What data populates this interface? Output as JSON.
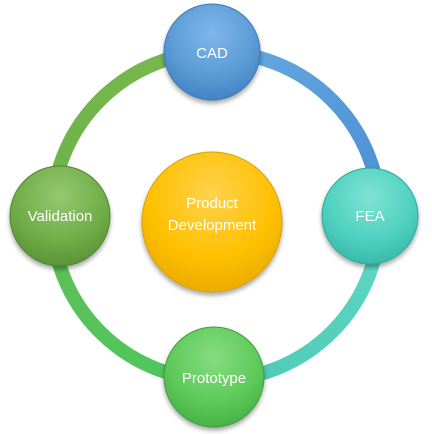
{
  "diagram": {
    "center": {
      "line1": "Product",
      "line2": "Development"
    },
    "nodes": {
      "top": "CAD",
      "right": "FEA",
      "bottom": "Prototype",
      "left": "Validation"
    }
  },
  "colors": {
    "cad": "#5b9bd5",
    "fea": "#4fd0c0",
    "prototype": "#5ec95a",
    "validation": "#70ad47",
    "center": "#ffc000",
    "label": "#ffffff"
  }
}
